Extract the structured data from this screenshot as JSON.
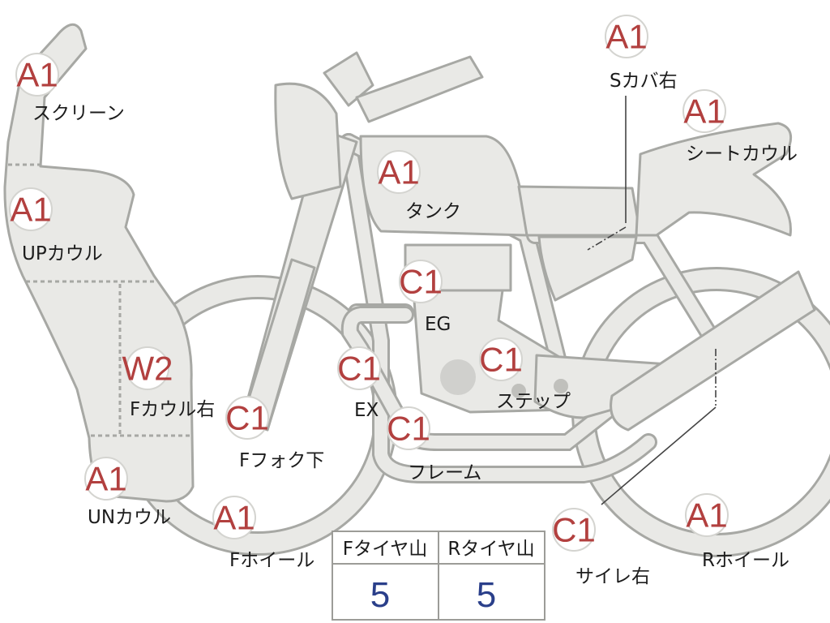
{
  "badges": [
    {
      "id": "screen",
      "grade": "A1",
      "label": "スクリーン"
    },
    {
      "id": "up-cowl",
      "grade": "A1",
      "label": "UPカウル"
    },
    {
      "id": "f-cowl-right",
      "grade": "W2",
      "label": "Fカウル右"
    },
    {
      "id": "un-cowl",
      "grade": "A1",
      "label": "UNカウル"
    },
    {
      "id": "f-fork-lower",
      "grade": "C1",
      "label": "Fフォク下"
    },
    {
      "id": "f-wheel",
      "grade": "A1",
      "label": "Fホイール"
    },
    {
      "id": "tank",
      "grade": "A1",
      "label": "タンク"
    },
    {
      "id": "engine",
      "grade": "C1",
      "label": "EG"
    },
    {
      "id": "exhaust",
      "grade": "C1",
      "label": "EX"
    },
    {
      "id": "frame",
      "grade": "C1",
      "label": "フレーム"
    },
    {
      "id": "step",
      "grade": "C1",
      "label": "ステップ"
    },
    {
      "id": "side-cover-right",
      "grade": "A1",
      "label": "Sカバ右"
    },
    {
      "id": "seat-cowl",
      "grade": "A1",
      "label": "シートカウル"
    },
    {
      "id": "silencer-right",
      "grade": "C1",
      "label": "サイレ右"
    },
    {
      "id": "r-wheel",
      "grade": "A1",
      "label": "Rホイール"
    }
  ],
  "tread_table": {
    "headers": [
      "Fタイヤ山",
      "Rタイヤ山"
    ],
    "values": [
      "5",
      "5"
    ]
  },
  "colors": {
    "part_fill": "#e9e9e6",
    "part_outline": "#a7a8a4",
    "grade_text": "#b2403f",
    "tread_value_text": "#2a3f8a"
  }
}
